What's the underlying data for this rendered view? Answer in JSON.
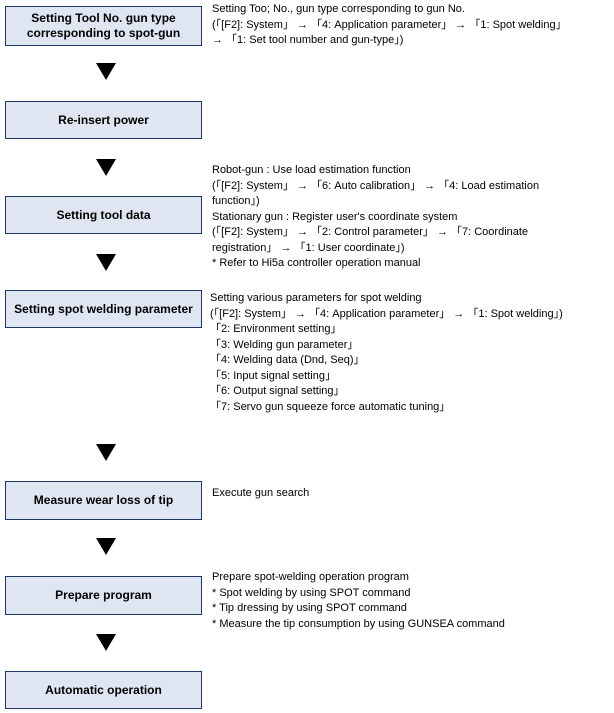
{
  "steps": [
    {
      "label_lines": [
        "Setting Tool No. gun type",
        "corresponding to spot-gun"
      ],
      "description": [
        "Setting Too; No., gun type corresponding to gun No.",
        "(「[F2]: System」 → 「4: Application parameter」 → 「1: Spot welding」",
        "→ 「1: Set tool number and gun-type」)"
      ]
    },
    {
      "label_lines": [
        "Re-insert power"
      ],
      "description": []
    },
    {
      "label_lines": [
        "Setting tool data"
      ],
      "description": [
        "Robot-gun : Use load estimation function",
        "(「[F2]: System」 → 「6: Auto calibration」 → 「4: Load estimation",
        "function」)",
        "Stationary gun : Register user's coordinate system",
        "(「[F2]: System」 → 「2: Control parameter」 → 「7: Coordinate",
        "registration」 → 「1: User coordinate」)",
        "* Refer to Hi5a controller operation manual"
      ]
    },
    {
      "label_lines": [
        "Setting spot welding parameter"
      ],
      "description": [
        "Setting various parameters for spot welding",
        "(「[F2]: System」 → 「4: Application parameter」 → 「1: Spot welding」)",
        "「2: Environment setting」",
        "「3: Welding gun parameter」",
        "「4: Welding data (Dnd, Seq)」",
        "「5: Input signal setting」",
        "「6: Output signal setting」",
        "「7: Servo gun squeeze force automatic tuning」"
      ]
    },
    {
      "label_lines": [
        "Measure wear loss of tip"
      ],
      "description": [
        "Execute gun search"
      ]
    },
    {
      "label_lines": [
        "Prepare program"
      ],
      "description": [
        "Prepare spot-welding operation program",
        "* Spot welding by using SPOT command",
        "* Tip dressing by using SPOT command",
        "* Measure the tip consumption by using GUNSEA command"
      ]
    },
    {
      "label_lines": [
        "Automatic operation"
      ],
      "description": []
    }
  ]
}
